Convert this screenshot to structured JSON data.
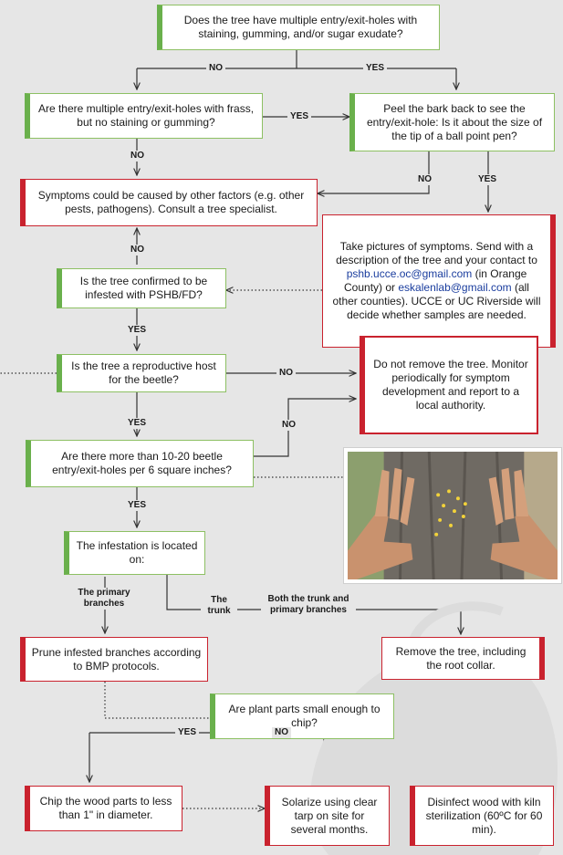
{
  "q1": "Does the tree have multiple entry/exit-holes with staining, gumming, and/or sugar exudate?",
  "q2": "Are there multiple entry/exit-holes with frass, but no staining or gumming?",
  "q3": "Peel the bark back to see the entry/exit-hole: Is it about the size of the tip of a ball point pen?",
  "symptoms": "Symptoms could be caused by other factors (e.g. other pests, pathogens). Consult a tree specialist.",
  "pictures": {
    "pre": "Take pictures of symptoms. Send with a description of the tree and your contact to ",
    "email1": "pshb.ucce.oc@gmail.com",
    "mid": " (in Orange County) or ",
    "email2": "eskalenlab@gmail.com",
    "post": " (all other counties). UCCE or UC Riverside will decide whether samples are needed."
  },
  "q4": "Is the tree confirmed to be infested with PSHB/FD?",
  "q5": "Is the tree a reproductive host for the beetle?",
  "donot": "Do not remove the tree. Monitor periodically for symptom development and report to a local authority.",
  "q6": "Are there more than 10-20 beetle entry/exit-holes per 6 square inches?",
  "q7": "The infestation is located on:",
  "prune": "Prune infested branches according to BMP protocols.",
  "remove": "Remove the tree, including the root collar.",
  "q8": "Are plant parts small enough to chip?",
  "chip": "Chip the wood parts to less than 1\" in diameter.",
  "solarize": "Solarize using clear tarp on site for several months.",
  "disinfect": "Disinfect wood with kiln sterilization (60ºC for 60 min).",
  "labels": {
    "no": "NO",
    "yes": "YES",
    "primary_branches": "The primary branches",
    "trunk": "The trunk",
    "both": "Both the trunk and primary branches"
  },
  "colors": {
    "green": "#6ab04c",
    "red": "#c9222e",
    "background": "#e6e6e6",
    "link": "#1a3d9e"
  }
}
